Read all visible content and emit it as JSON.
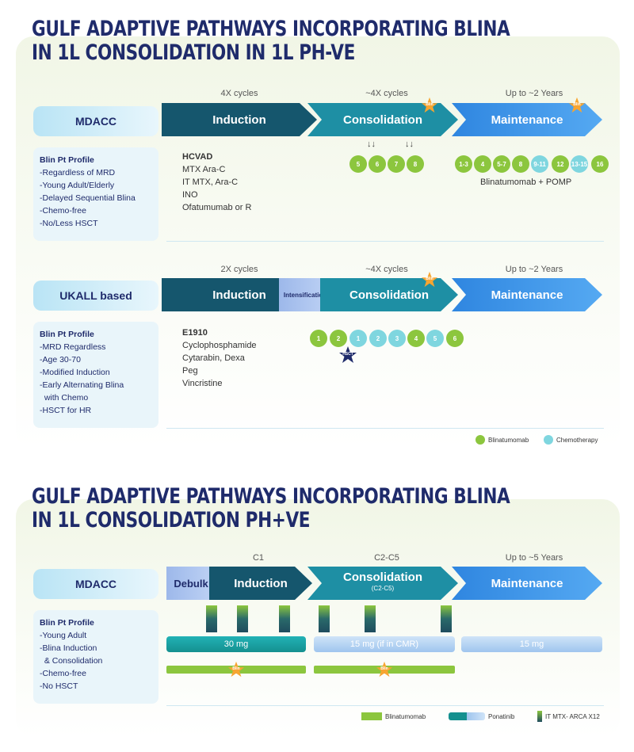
{
  "section1": {
    "title_line1": "GULF ADAPTIVE PATHWAYS INCORPORATING BLINA",
    "title_line2": "IN 1L CONSOLIDATION  IN 1L PH-VE"
  },
  "mdacc1": {
    "pill": "MDACC",
    "profile_title": "Blin Pt Profile",
    "profile_items": [
      "-Regardless of MRD",
      "-Young Adult/Elderly",
      "-Delayed Sequential Blina",
      "-Chemo-free",
      "-No/Less HSCT"
    ],
    "cycles": [
      "4X cycles",
      "~4X cycles",
      "Up to ~2 Years"
    ],
    "phases": [
      "Induction",
      "Consolidation",
      "Maintenance"
    ],
    "regimen_title": "HCVAD",
    "regimen_items": [
      "MTX Ara-C",
      "IT MTX, Ara-C",
      "INO",
      "Ofatumumab or R"
    ],
    "consol_dots": [
      "5",
      "6",
      "7",
      "8"
    ],
    "maint_dots": [
      "1-3",
      "4",
      "5-7",
      "8",
      "9-11",
      "12",
      "13-15",
      "16"
    ],
    "maint_label": "Blinatumomab + POMP",
    "star_label": "Blin"
  },
  "ukall": {
    "pill": "UKALL based",
    "profile_title": "Blin Pt Profile",
    "profile_items": [
      "-MRD Regardless",
      "-Age 30-70",
      "-Modified Induction",
      "-Early Alternating Blina",
      "  with Chemo",
      "-HSCT for HR"
    ],
    "cycles": [
      "2X cycles",
      "~4X cycles",
      "Up to ~2 Years"
    ],
    "phases": [
      "Induction",
      "Intensification",
      "Consolidation",
      "Maintenance"
    ],
    "regimen_title": "E1910",
    "regimen_items": [
      "Cyclophosphamide",
      "Cytarabin, Dexa",
      "Peg",
      "Vincristine"
    ],
    "dots": [
      {
        "label": "1",
        "kind": "blina"
      },
      {
        "label": "2",
        "kind": "blina"
      },
      {
        "label": "1",
        "kind": "chemo"
      },
      {
        "label": "2",
        "kind": "chemo"
      },
      {
        "label": "3",
        "kind": "chemo"
      },
      {
        "label": "4",
        "kind": "blina"
      },
      {
        "label": "5",
        "kind": "chemo"
      },
      {
        "label": "6",
        "kind": "blina"
      }
    ],
    "hsct_label": "HSCT",
    "star_label": "Blin"
  },
  "legend1": {
    "blina": "Blinatumomab",
    "chemo": "Chemotherapy"
  },
  "section2": {
    "title_line1": "GULF ADAPTIVE PATHWAYS INCORPORATING BLINA",
    "title_line2": "IN 1L CONSOLIDATION PH+VE"
  },
  "mdacc2": {
    "pill": "MDACC",
    "profile_title": "Blin Pt Profile",
    "profile_items": [
      "-Young Adult",
      "-Blina Induction",
      "  & Consolidation",
      "-Chemo-free",
      "-No HSCT"
    ],
    "cycles": [
      "C1",
      "C2-C5",
      "Up to ~5 Years"
    ],
    "debulk": "Debulk",
    "phases": [
      "Induction",
      "Consolidation",
      "Maintenance"
    ],
    "consol_sub": "(C2-C5)",
    "bars": [
      "30 mg",
      "15 mg (if in CMR)",
      "15 mg"
    ],
    "star_label": "Blin"
  },
  "legend2": {
    "blina": "Blinatumomab",
    "pona": "Ponatinib",
    "itmtx": "IT MTX- ARCA X12"
  },
  "colors": {
    "navy": "#1f2b6b",
    "blina": "#8cc63e",
    "chemo": "#7fd6df",
    "induction": "#15566d",
    "consolidation": "#1e8fa4",
    "maintenance": "#2f86e0",
    "star": "#f7a531"
  }
}
